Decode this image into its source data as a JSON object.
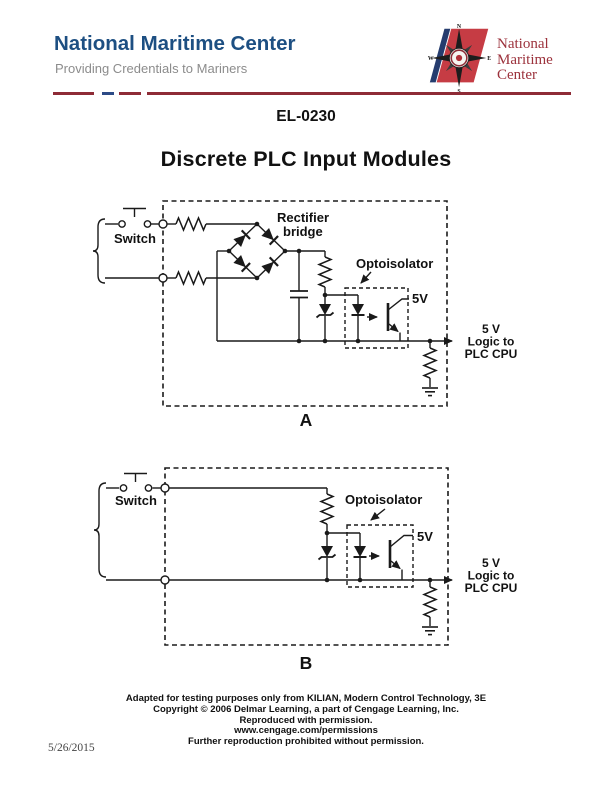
{
  "header": {
    "title": "National Maritime Center",
    "subtitle": "Providing Credentials to Mariners",
    "logo": {
      "line1": "National",
      "line2": "Maritime",
      "line3": "Center",
      "n": "N",
      "s": "S",
      "w": "W",
      "e": "E"
    }
  },
  "doc": {
    "code": "EL-0230",
    "title": "Discrete PLC Input Modules"
  },
  "diagrams": {
    "a": {
      "label": "A",
      "switch_label": "Switch",
      "rectifier_line1": "Rectifier",
      "rectifier_line2": "bridge",
      "opto_label": "Optoisolator",
      "supply_label": "5V",
      "output_line1": "5 V",
      "output_line2": "Logic to",
      "output_line3": "PLC CPU"
    },
    "b": {
      "label": "B",
      "switch_label": "Switch",
      "opto_label": "Optoisolator",
      "supply_label": "5V",
      "output_line1": "5 V",
      "output_line2": "Logic to",
      "output_line3": "PLC CPU"
    }
  },
  "footer": {
    "line1": "Adapted for testing purposes only from KILIAN, Modern Control Technology, 3E",
    "line2": "Copyright © 2006 Delmar Learning, a part of Cengage Learning, Inc.",
    "line3": "Reproduced with permission.",
    "line4": "www.cengage.com/permissions",
    "line5": "Further reproduction prohibited without permission.",
    "date": "5/26/2015"
  },
  "colors": {
    "brand_blue": "#1d4f82",
    "brand_red": "#9c323c",
    "rule_maroon": "#8e2b36",
    "rule_blue": "#2c4a86",
    "subtitle_gray": "#8c8c8c",
    "ink": "#1a1a1a"
  }
}
